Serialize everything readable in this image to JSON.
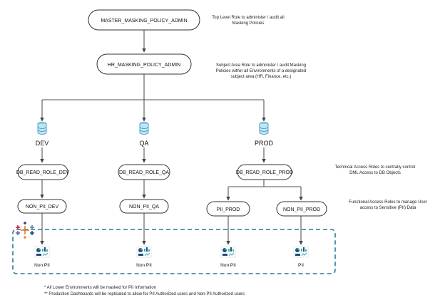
{
  "roles": {
    "master": "MASTER_MASKING_POLICY_ADMIN",
    "hr": "HR_MASKING_POLICY_ADMIN",
    "db_dev": "DB_READ_ROLE_DEV",
    "db_qa": "DB_READ_ROLE_QA",
    "db_prod": "DB_READ_ROLE_PROD",
    "nonpii_dev": "NON_PII_DEV",
    "nonpii_qa": "NON_PII_QA",
    "pii_prod": "PII_PROD",
    "nonpii_prod": "NON_PII_PROD"
  },
  "environments": {
    "dev": "DEV",
    "qa": "QA",
    "prod": "PROD"
  },
  "dashboards": {
    "dev": "Non PII",
    "qa": "Non PII",
    "prod_nonpii": "Non PII",
    "prod_pii": "PII"
  },
  "notes": {
    "top_line1": "Top Level Role to administer / audit all",
    "top_line2": "Masking Policies",
    "subject_line1": "Subject Area  Role to administer / audit Masking",
    "subject_line2": "Policies within all Environments of a designated",
    "subject_line3": "subject area (HR, Finance, etc.)",
    "tech_line1": "Technical Access Roles to centrally control",
    "tech_line2": "DML Access to DB Objects",
    "func_line1": "Functional Access Roles to manage User",
    "func_line2": "access to Sensitive (PII) Data"
  },
  "footnotes": {
    "line1": "* All Lower Environments will be masked for PII Information",
    "line2": "** Production Dashboards will be replicated to allow for PII Authorized users and Non-PII Authorized users"
  },
  "colors": {
    "line": "#555555",
    "db_icon": "#5bc0de",
    "dash_border": "#2a7a9a",
    "dash_blue": "#1f4e79",
    "dash_teal": "#3aa8b0"
  },
  "icons": {
    "database": "database-icon",
    "dashboard": "dashboard-icon",
    "tableau": "tableau-logo-icon"
  }
}
